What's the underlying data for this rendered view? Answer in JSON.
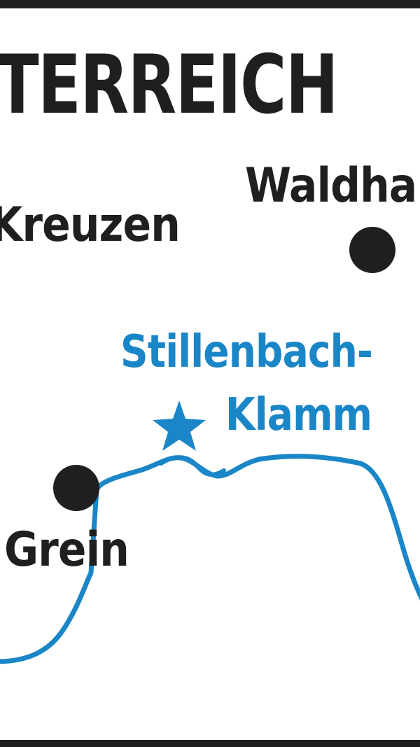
{
  "map": {
    "region_label": "TERREICH",
    "places": {
      "kreuzen": "Kreuzen",
      "waldhausen": "Waldha",
      "grein": "Grein"
    },
    "poi": {
      "line1": "Stillenbach-",
      "line2": "Klamm"
    },
    "colors": {
      "ink": "#1f1f1f",
      "river_blue": "#1a86c8",
      "background": "#ffffff"
    },
    "icons": {
      "town_marker": "filled-circle",
      "poi_marker": "star"
    }
  }
}
